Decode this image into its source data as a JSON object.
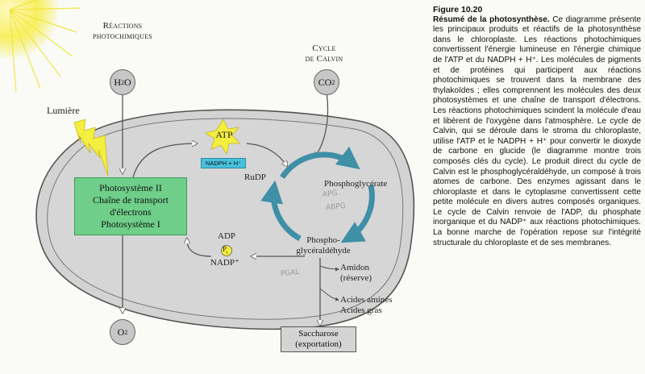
{
  "diagram": {
    "header_photochem": [
      "Réactions",
      "photochimiques"
    ],
    "header_calvin": [
      "Cycle",
      "de Calvin"
    ],
    "h2o": [
      "H",
      "2",
      "O"
    ],
    "co2": [
      "CO",
      "2",
      ""
    ],
    "o2": [
      "O",
      "2",
      ""
    ],
    "light": "Lumière",
    "atp": "ATP",
    "nadph_h": "NADPH + H⁺",
    "green_box": [
      "Photosystème II",
      "Chaîne de transport",
      "d'électrons",
      "Photosystème I"
    ],
    "rudp": "RuDP",
    "phosphoglycerate": "Phosphoglycérate",
    "phosphoglyceraldehyde": [
      "Phospho-",
      "glycéraldéhyde"
    ],
    "adp": "ADP",
    "pi": "P",
    "pi_sub": "i",
    "nadp": "NADP⁺",
    "amidon": [
      "Amidon",
      "(réserve)"
    ],
    "acides": [
      "Acides aminés",
      "Acides gras"
    ],
    "saccharose": [
      "Saccharose",
      "(exportation)"
    ],
    "handwriting": [
      "APG",
      "ABPG",
      "PGAL"
    ],
    "colors": {
      "green": "#6fcf8a",
      "cyan": "#49c1de",
      "teal": "#3f8fa6",
      "atp_star": "#f4ee3f",
      "sun": "#f2ea3a"
    }
  },
  "caption": {
    "figure": "Figure 10.20",
    "title": "Résumé de la photosynthèse.",
    "body": " Ce diagramme présente les principaux produits et réactifs de la photosynthèse dans le chloroplaste. Les réactions photochimiques convertissent l'énergie lumineuse en l'énergie chimique de l'ATP et du NADPH + H⁺. Les molécules de pigments et de protéines qui participent aux réactions photochimiques se trouvent dans la membrane des thylakoïdes ; elles comprennent les molécules des deux photosystèmes et une chaîne de transport d'électrons. Les réactions photochimiques scindent la molécule d'eau et libèrent de l'oxygène dans l'atmosphère. Le cycle de Calvin, qui se déroule dans le stroma du chloroplaste, utilise l'ATP et le NADPH + H⁺ pour convertir le dioxyde de carbone en glucide (le diagramme montre trois composés clés du cycle). Le produit direct du cycle de Calvin est le phosphoglycéraldéhyde, un composé à trois atomes de carbone. Des enzymes agissant dans le chloroplaste et dans le cytoplasme convertissent cette petite molécule en divers autres composés organiques. Le cycle de Calvin renvoie de l'ADP, du phosphate inorganique et du NADP⁺ aux réactions photochimiques. La bonne marche de l'opération repose sur l'intégrité structurale du chloroplaste et de ses membranes."
  }
}
